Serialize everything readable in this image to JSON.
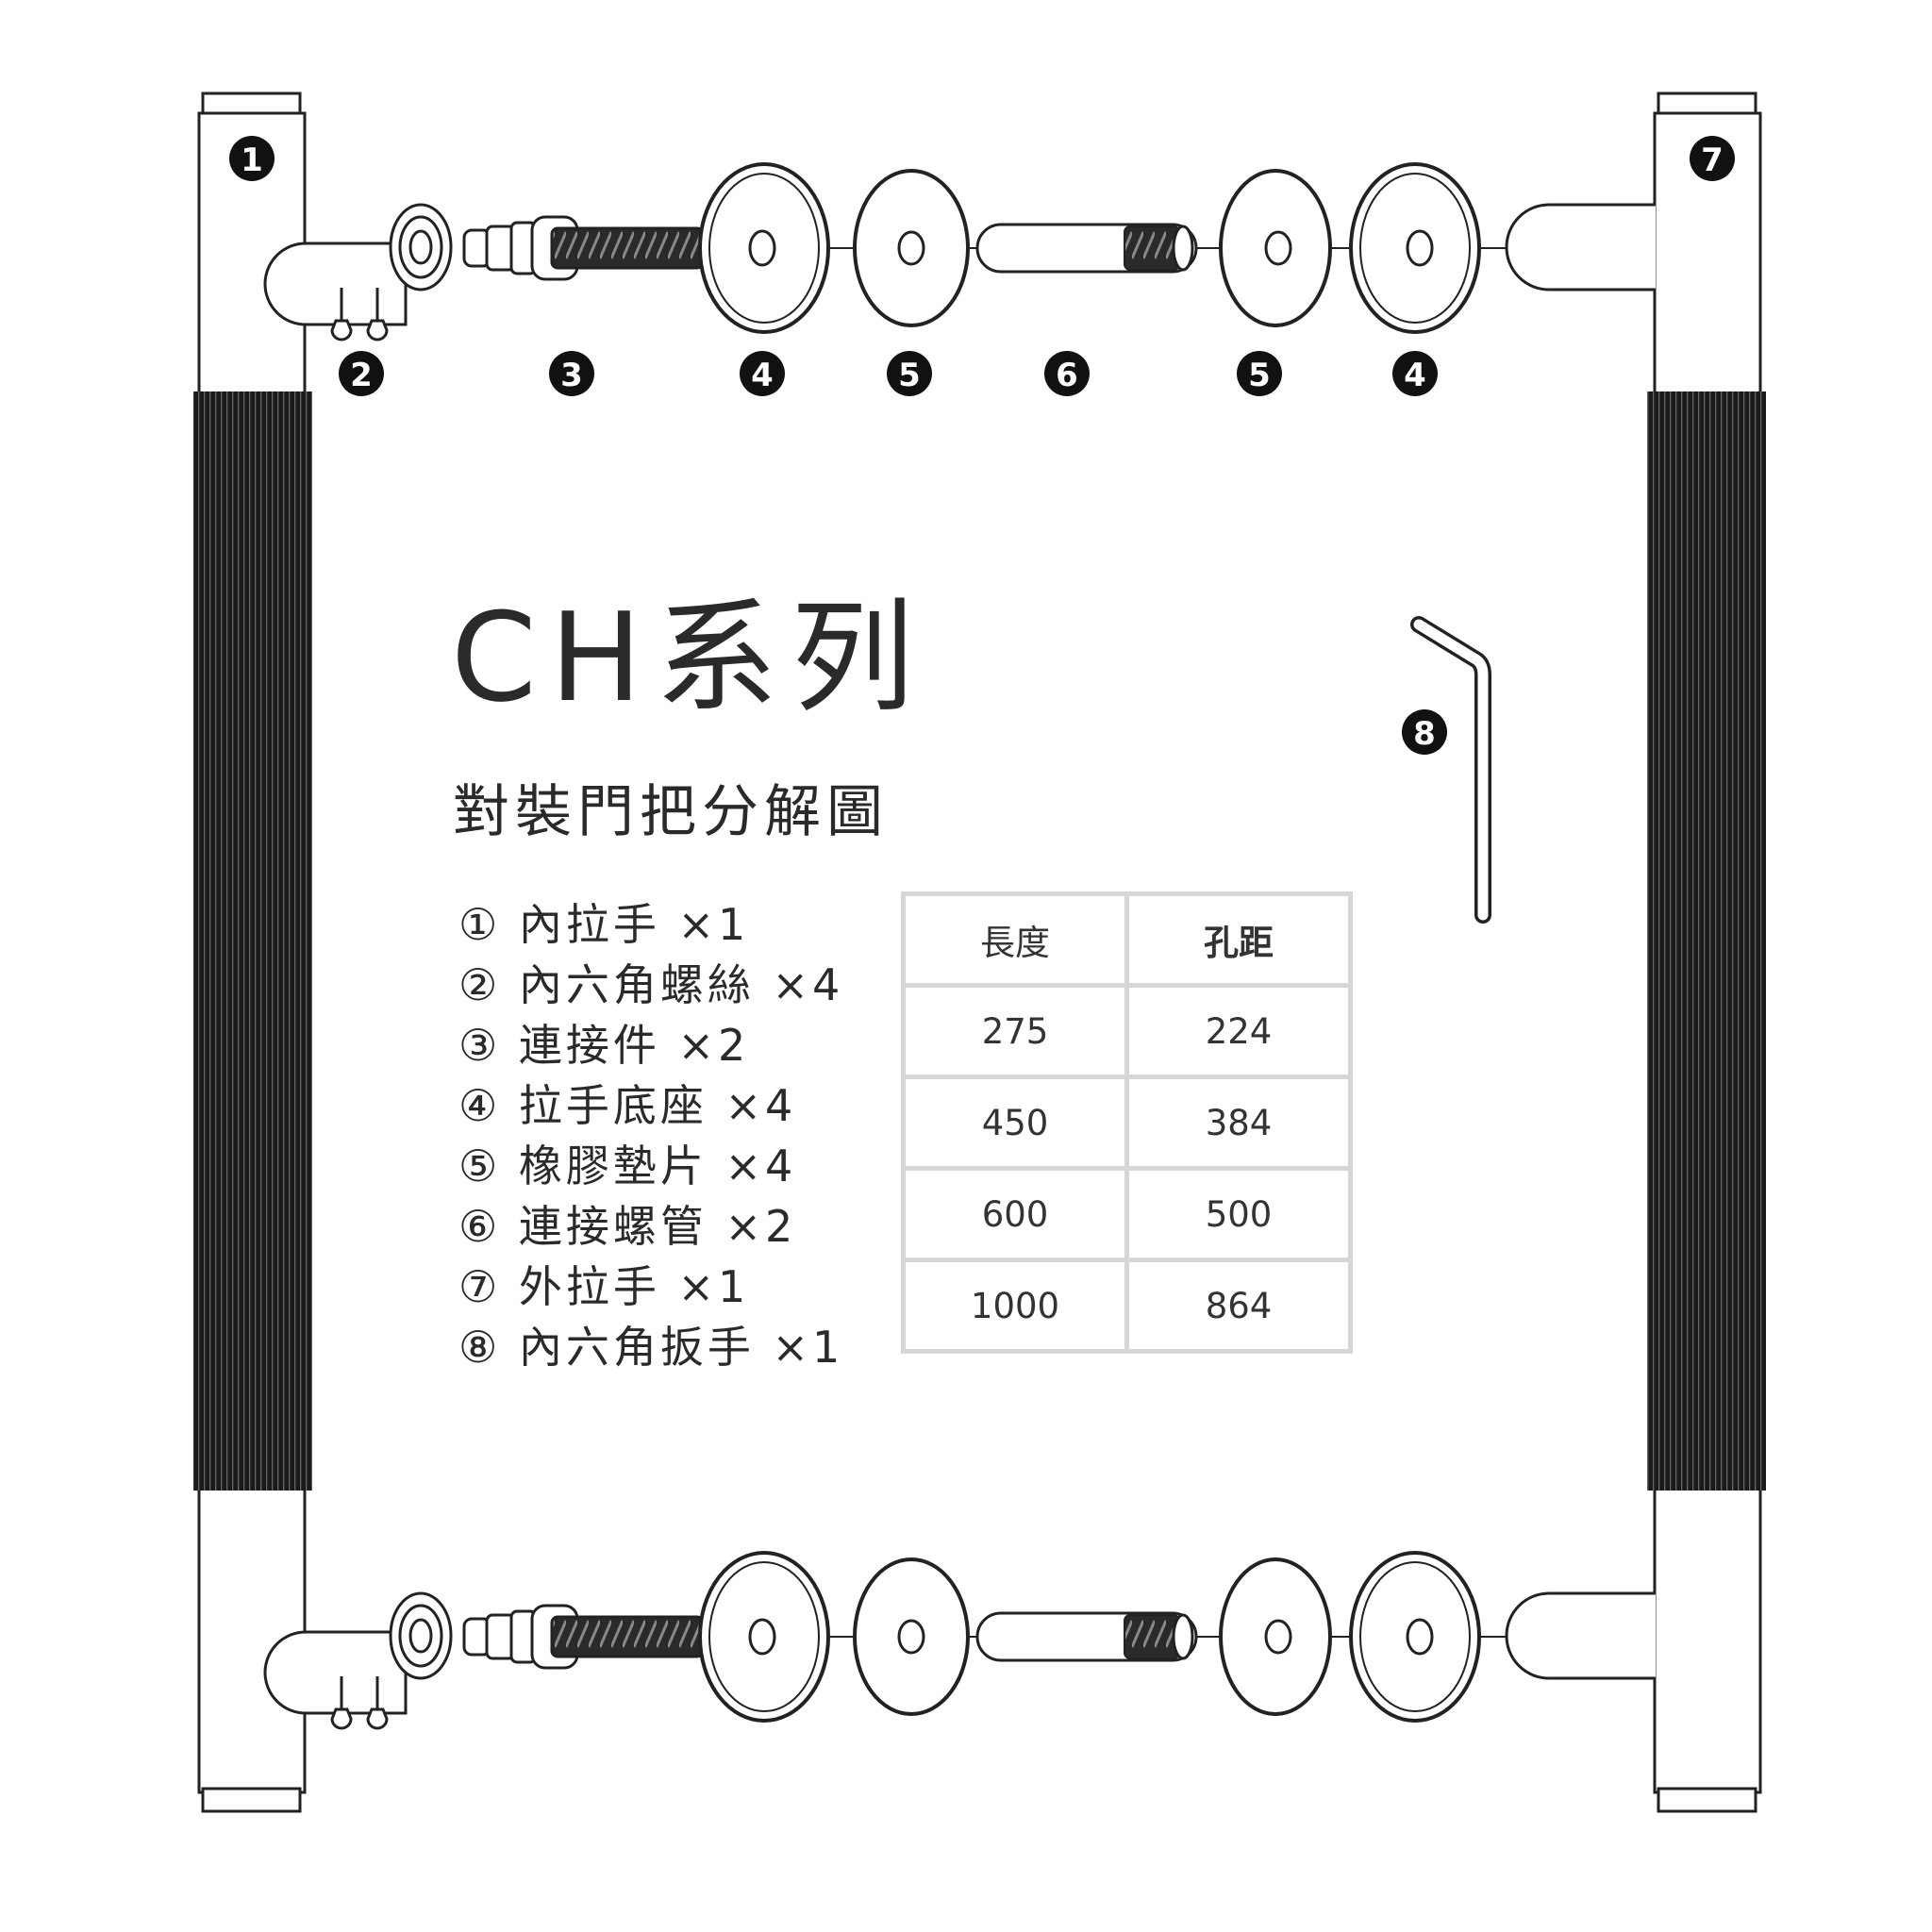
{
  "title": "CH系列",
  "subtitle": "對裝門把分解圖",
  "callouts": [
    "1",
    "2",
    "3",
    "4",
    "5",
    "6",
    "5",
    "4",
    "7",
    "8"
  ],
  "parts": [
    "① 內拉手 ×1",
    "② 內六角螺絲 ×4",
    "③ 連接件 ×2",
    "④ 拉手底座 ×4",
    "⑤ 橡膠墊片 ×4",
    "⑥ 連接螺管 ×2",
    "⑦ 外拉手 ×1",
    "⑧ 內六角扳手 ×1"
  ],
  "spec_table": {
    "headers": [
      "長度",
      "孔距"
    ],
    "rows": [
      [
        "275",
        "224"
      ],
      [
        "450",
        "384"
      ],
      [
        "600",
        "500"
      ],
      [
        "1000",
        "864"
      ]
    ]
  }
}
